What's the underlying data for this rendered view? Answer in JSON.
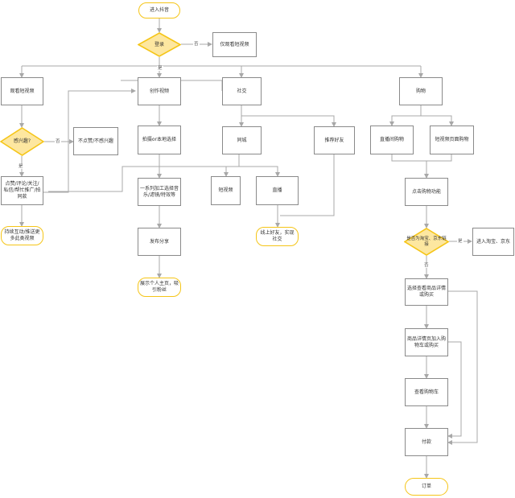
{
  "colors": {
    "process_border": "#8a8a8a",
    "terminal_border": "#f5c518",
    "decision_fill": "#fde7a0",
    "decision_border": "#f5c518",
    "line": "#a8a8a8"
  },
  "nodes": {
    "enter": "进入抖音",
    "login": "登录",
    "only_watch": "仅观看短视频",
    "watch": "观看短视频",
    "create": "创作视频",
    "social": "社交",
    "shopping": "购物",
    "interested": "感兴趣?",
    "not_interested": "不点赞/不感兴趣",
    "shoot": "拍摄or本地选择",
    "same_city": "同城",
    "recommend_friends": "推荐好友",
    "live_shopping": "直播间购物",
    "short_video_shopping": "短视频页面购物",
    "like_actions": "点赞/评论/关注/私信/帮忙推广/拍同款",
    "edit_process": "一系列加工选择音乐/滤镜/特效等",
    "short_video": "短视频",
    "live": "直播",
    "click_buy": "点击购物功能",
    "keep_interact": "持续互动/推送更多此类视频",
    "publish": "发布分享",
    "offline_friends": "线上好友，实现社交",
    "is_taobao": "是否为淘宝、京东链接",
    "enter_taobao": "进入淘宝、京东",
    "show_self": "展示个人主页，吸引粉丝",
    "select_detail": "选择查看商品详情或购买",
    "product_detail": "商品详情页加入购物车或购买",
    "view_cart": "查看购物车",
    "pay": "付款",
    "order": "订单"
  },
  "labels": {
    "no": "否",
    "yes": "是"
  }
}
